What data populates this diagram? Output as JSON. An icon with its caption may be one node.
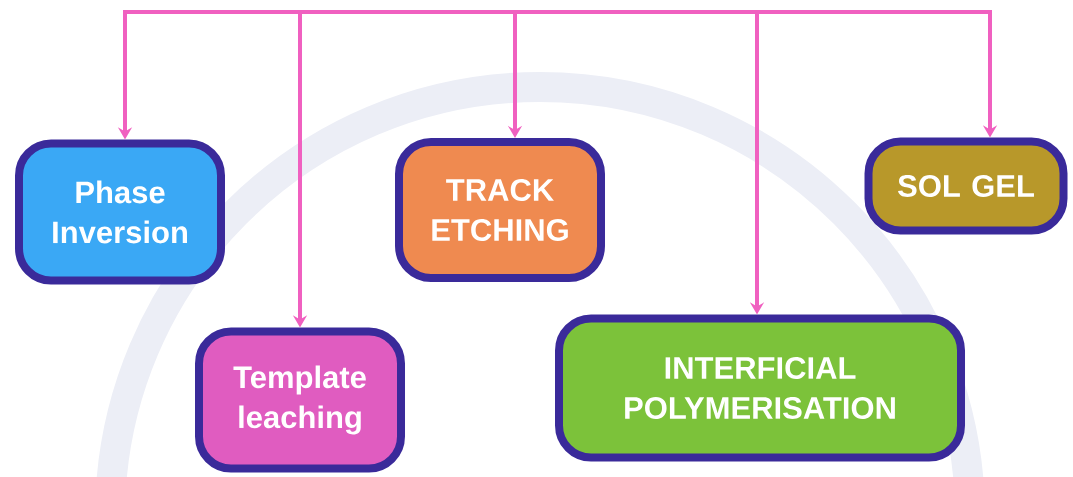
{
  "diagram": {
    "nodes": [
      {
        "text": [
          "Phase Inversion"
        ]
      },
      {
        "text": [
          "Template leaching"
        ]
      },
      {
        "text": [
          "TRACK ETCHING"
        ]
      },
      {
        "text": [
          "INTERFICIAL POLYMERISATION"
        ]
      },
      {
        "text": [
          "SOL GEL"
        ]
      }
    ],
    "edges": [
      {
        "from": null,
        "to": 0,
        "arrow": "to"
      },
      {
        "from": null,
        "to": 1,
        "arrow": "to"
      },
      {
        "from": null,
        "to": 2,
        "arrow": "to"
      },
      {
        "from": null,
        "to": 3,
        "arrow": "to"
      },
      {
        "from": null,
        "to": 4,
        "arrow": "to"
      }
    ]
  }
}
